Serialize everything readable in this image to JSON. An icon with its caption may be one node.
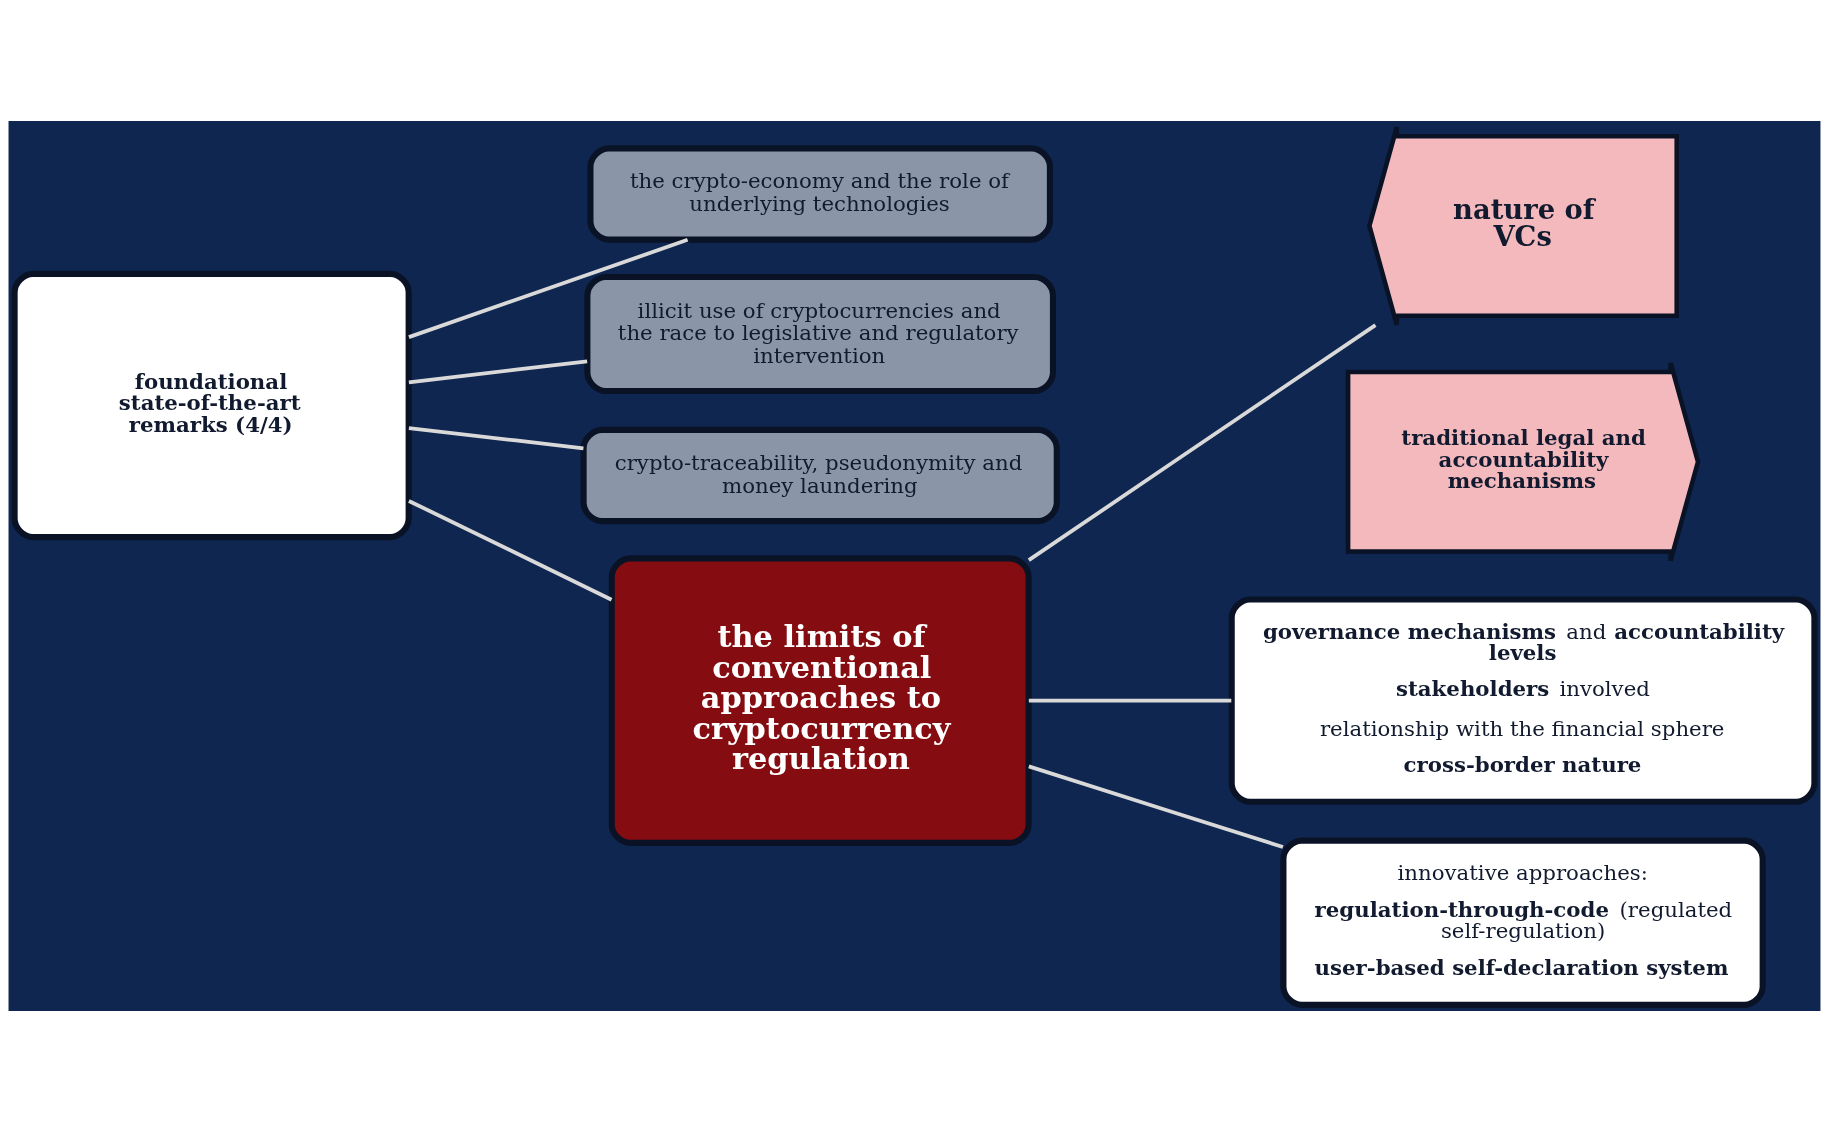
{
  "diagram": {
    "nodes": [
      {
        "text": [
          "foundational state-of-the-art remarks (4/4)"
        ]
      },
      {
        "text": [
          "the crypto-economy and the role of underlying technologies"
        ]
      },
      {
        "text": [
          "illicit use of cryptocurrencies and the race to legislative and regulatory intervention"
        ]
      },
      {
        "text": [
          "crypto-traceability, pseudonymity and money laundering"
        ]
      },
      {
        "text": [
          "the limits of conventional approaches to cryptocurrency regulation"
        ]
      },
      {
        "text": [
          "nature of VCs"
        ]
      },
      {
        "text": [
          "traditional legal and accountability mechanisms"
        ]
      },
      {
        "text": [
          "**governance mechanisms** and **accountability levels**",
          "**stakeholders** involved",
          "relationship with the financial sphere",
          "**cross-border nature**"
        ]
      },
      {
        "text": [
          "innovative approaches:",
          "**regulation-through-code** (regulated self-regulation)",
          "**user-based self-declaration system**"
        ]
      }
    ],
    "edges": [
      {
        "from": 0,
        "to": 1,
        "arrow": "none"
      },
      {
        "from": 0,
        "to": 2,
        "arrow": "none"
      },
      {
        "from": 0,
        "to": 3,
        "arrow": "none"
      },
      {
        "from": 0,
        "to": 4,
        "arrow": "none"
      },
      {
        "from": 4,
        "to": 5,
        "arrow": "none"
      },
      {
        "from": 4,
        "to": 7,
        "arrow": "none"
      },
      {
        "from": 4,
        "to": 8,
        "arrow": "none"
      }
    ]
  }
}
